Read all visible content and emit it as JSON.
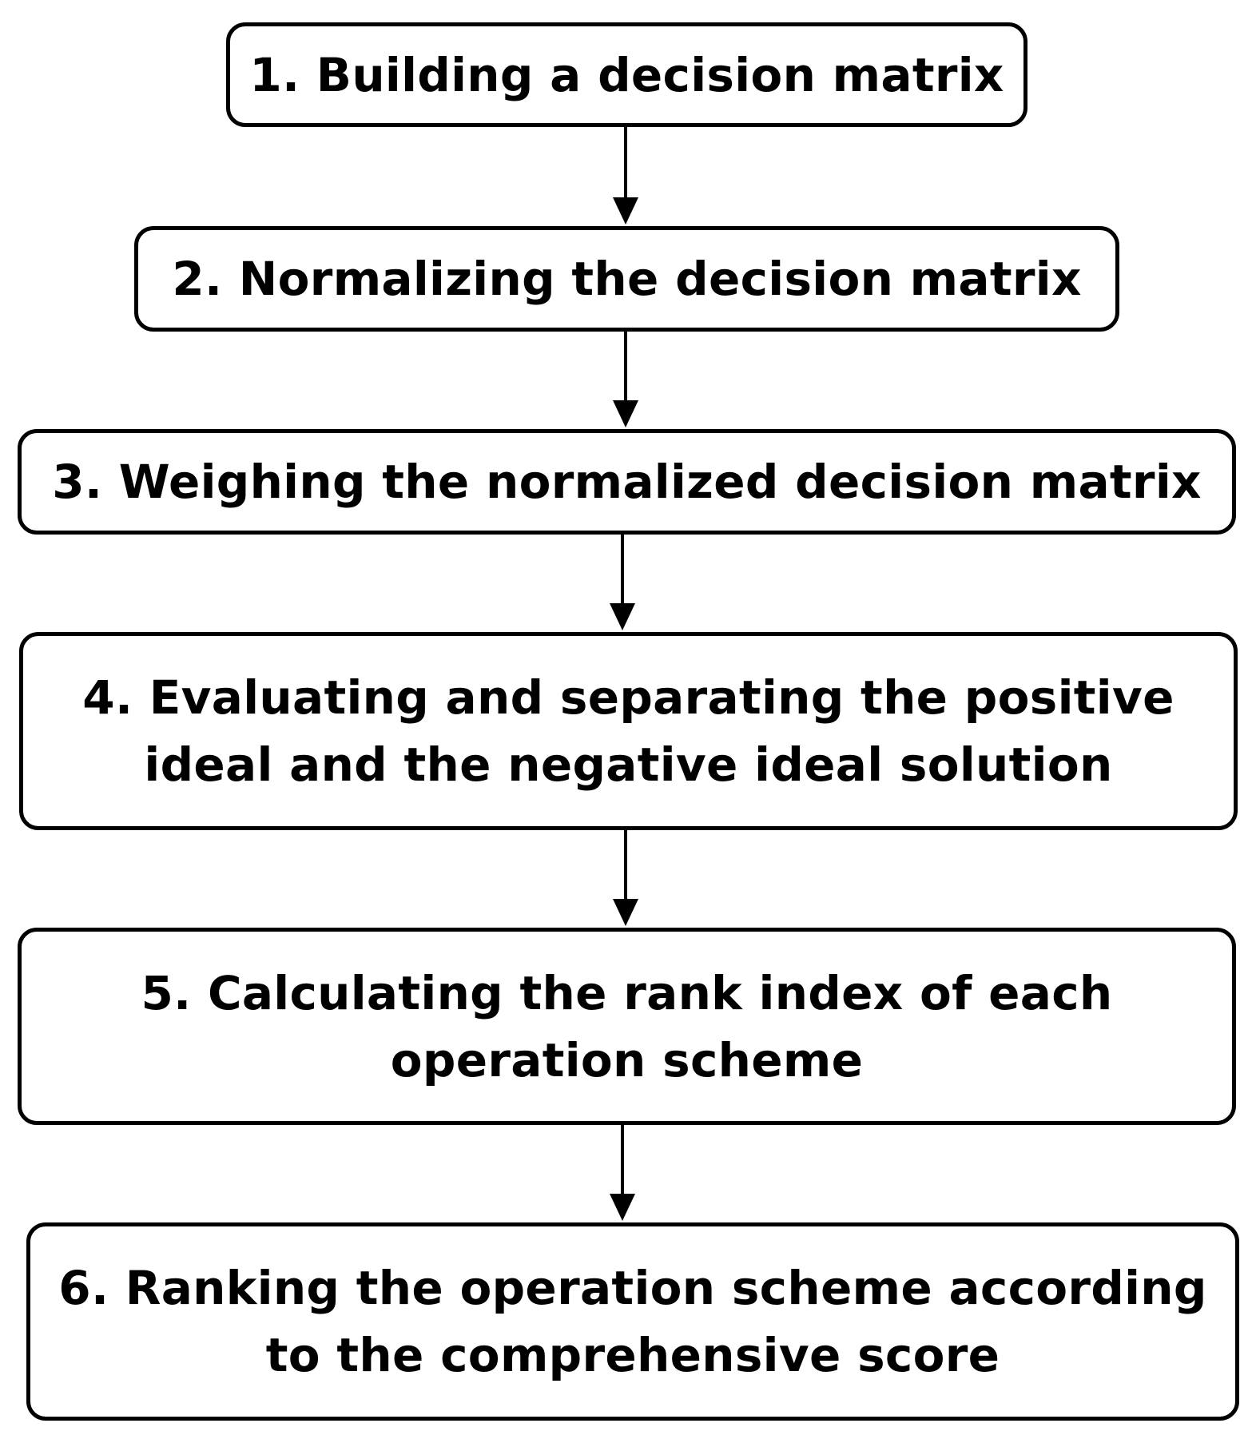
{
  "steps": [
    {
      "id": "step-1",
      "lines": [
        "1. Building a decision matrix"
      ]
    },
    {
      "id": "step-2",
      "lines": [
        "2. Normalizing the decision matrix"
      ]
    },
    {
      "id": "step-3",
      "lines": [
        "3. Weighing the normalized decision matrix"
      ]
    },
    {
      "id": "step-4",
      "lines": [
        "4. Evaluating and separating the positive",
        "ideal and the negative ideal solution"
      ]
    },
    {
      "id": "step-5",
      "lines": [
        "5. Calculating the rank index of each",
        "operation scheme"
      ]
    },
    {
      "id": "step-6",
      "lines": [
        "6. Ranking the operation scheme according",
        "to the comprehensive score"
      ]
    }
  ],
  "colors": {
    "stroke": "#000000",
    "fill": "#ffffff"
  }
}
